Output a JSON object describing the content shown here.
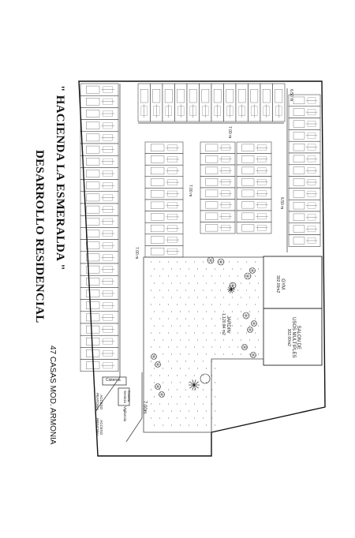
{
  "title": "\" HACIENDA LA ESMERALDA \"",
  "subtitle": "DESARROLLO RESIDENCIAL",
  "note": "47 CASAS MOD. ARMONIA",
  "areas": {
    "gym": "GYM",
    "gym_area": "302.00m2",
    "salon_1": "SALON DE",
    "salon_2": "USOS MULTIPLES",
    "salon_area": "302.00m2",
    "jardin": "JARDIN",
    "jardin_area": "1,120.84 m2",
    "cisterna": "Cisterna",
    "caseta_1": "Caseta",
    "caseta_2": "Servicio",
    "vigilancia": "Vigilancia",
    "acceso_peatonal_1": "ACCESO",
    "acceso_peatonal_2": "PEATONAL",
    "acceso_principal_1": "ACCESO",
    "acceso_principal_2": "PRINCIPAL"
  },
  "dimensions": {
    "d1": "6.50 m",
    "d2": "7.00 m",
    "d3": "7.00 m",
    "d4": "7.00 m",
    "d5": "6.50 m",
    "d6": "7.00m"
  }
}
